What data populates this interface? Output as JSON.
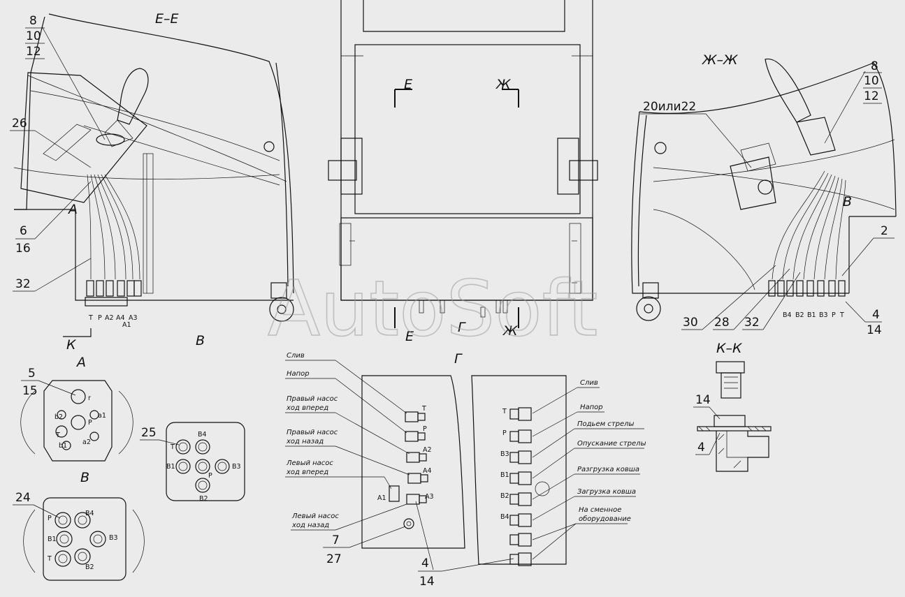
{
  "sections": {
    "ee": "Е–Е",
    "zhzh": "Ж–Ж",
    "kk": "К–К",
    "a": "А",
    "b": "В",
    "g": "Г",
    "v_mark": "В",
    "k_mark": "К",
    "a_mark": "А",
    "e_cut": "Е",
    "zh_cut": "Ж",
    "b_right": "В"
  },
  "callouts": {
    "n8": "8",
    "n10": "10",
    "n12": "12",
    "n26": "26",
    "n6": "6",
    "n16": "16",
    "n32": "32",
    "n20": "20или22",
    "n8r": "8",
    "n10r": "10",
    "n12r": "12",
    "n2": "2",
    "n4": "4",
    "n14": "14",
    "n30": "30",
    "n28": "28",
    "n32r": "32",
    "n5": "5",
    "n15": "15",
    "n25": "25",
    "n24": "24",
    "n7": "7",
    "n27": "27",
    "n4g": "4",
    "n14g": "14",
    "n14k": "14",
    "n4k": "4"
  },
  "ports_left": [
    "T",
    "P",
    "A2",
    "A4",
    "A3",
    "A1"
  ],
  "ports_right": [
    "B4",
    "B2",
    "B1",
    "B3",
    "P",
    "T"
  ],
  "view_a_ports": [
    "T",
    "P",
    "a1",
    "a2",
    "b1",
    "b2",
    "r"
  ],
  "view_25_ports": [
    "B4",
    "T",
    "B1",
    "P",
    "B3",
    "B2"
  ],
  "view_24_ports": [
    "P",
    "B4",
    "B1",
    "B3",
    "T",
    "B2"
  ],
  "g_left_labels": [
    "Слив",
    "Напор",
    "Правый насос",
    "ход вперед",
    "Правый насос",
    "ход назад",
    "Левый насос",
    "ход вперед",
    "Левый насос",
    "ход назад"
  ],
  "g_left_ports": [
    "T",
    "P",
    "A2",
    "A4",
    "A1",
    "A3"
  ],
  "g_right_labels": [
    "Слив",
    "Напор",
    "Подьем стрелы",
    "Опускание стрелы",
    "Разгрузка ковша",
    "Загрузка ковша",
    "На сменное",
    "оборудование"
  ],
  "g_right_ports": [
    "T",
    "P",
    "B3",
    "B1",
    "B2",
    "B4"
  ],
  "watermark": "AutoSoft"
}
